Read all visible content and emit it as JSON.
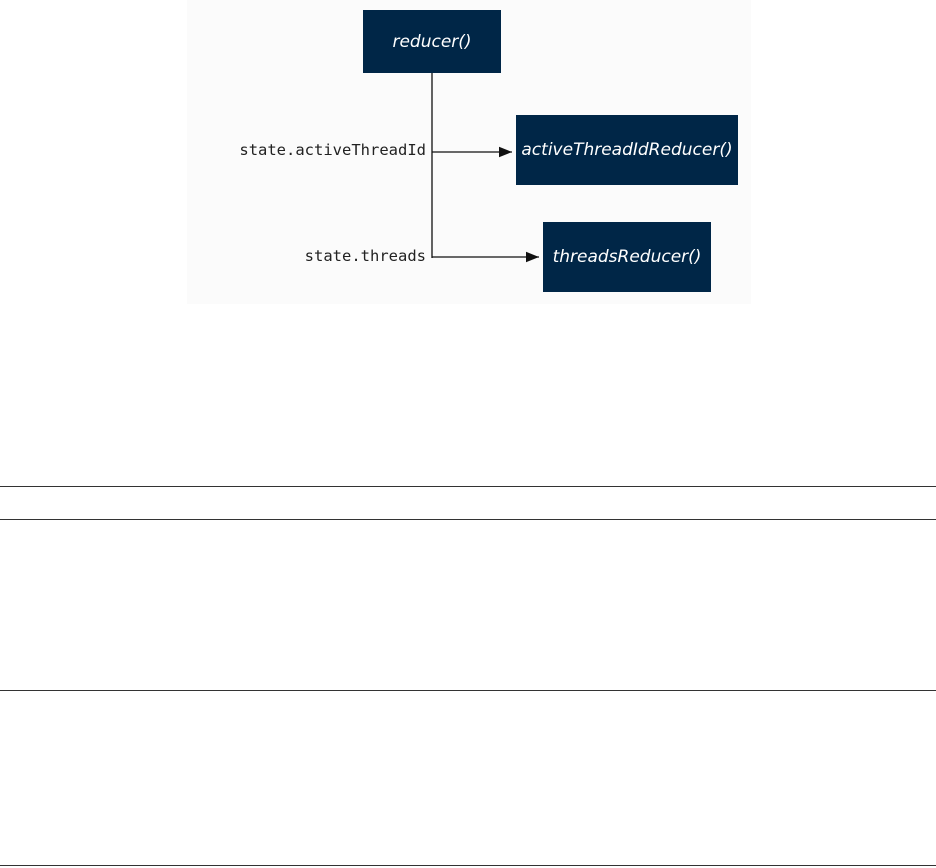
{
  "diagram": {
    "nodes": {
      "root": "reducer()",
      "active": "activeThreadIdReducer()",
      "threads": "threadsReducer()"
    },
    "edges": {
      "active": "state.activeThreadId",
      "threads": "state.threads"
    }
  },
  "colors": {
    "node_fill": "#002647",
    "node_text": "#ffffff",
    "connector": "#111111"
  }
}
